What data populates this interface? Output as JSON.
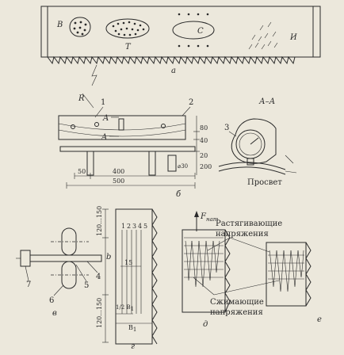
{
  "panel_a": {
    "zones": [
      "В",
      "Т",
      "С",
      "И"
    ],
    "caption": "а"
  },
  "panel_b": {
    "radius_label": "R",
    "part_labels": [
      "1",
      "2"
    ],
    "section_marks": [
      "A",
      "A"
    ],
    "vertical_dims": [
      "80",
      "40",
      "20",
      "200"
    ],
    "horizontal_dims": [
      "50",
      "400",
      "500"
    ],
    "diameter_label": "⌀30",
    "caption": "б"
  },
  "section_aa": {
    "title": "А–А",
    "part_label": "3",
    "gap_label": "Просвет"
  },
  "panel_v": {
    "part_labels": [
      "7",
      "6",
      "5",
      "4"
    ],
    "caption": "в"
  },
  "panel_g": {
    "strip_numbers": [
      "1",
      "2",
      "3",
      "4",
      "5"
    ],
    "top_dim": "120...150",
    "bottom_dim": "120...150",
    "b_label": "b",
    "fifteen_label": "15",
    "half_b1": "1/2 B",
    "half_b1_sub": "1",
    "b1_label": "B",
    "b1_sub": "1",
    "caption": "г"
  },
  "panel_d": {
    "force_label": "F",
    "force_sub": "нат",
    "tension_line1": "Растягивающие",
    "tension_line2": "напряжения",
    "compression_line1": "Сжимающие",
    "compression_line2": "напряжения",
    "caption_d": "д",
    "caption_e": "е"
  }
}
